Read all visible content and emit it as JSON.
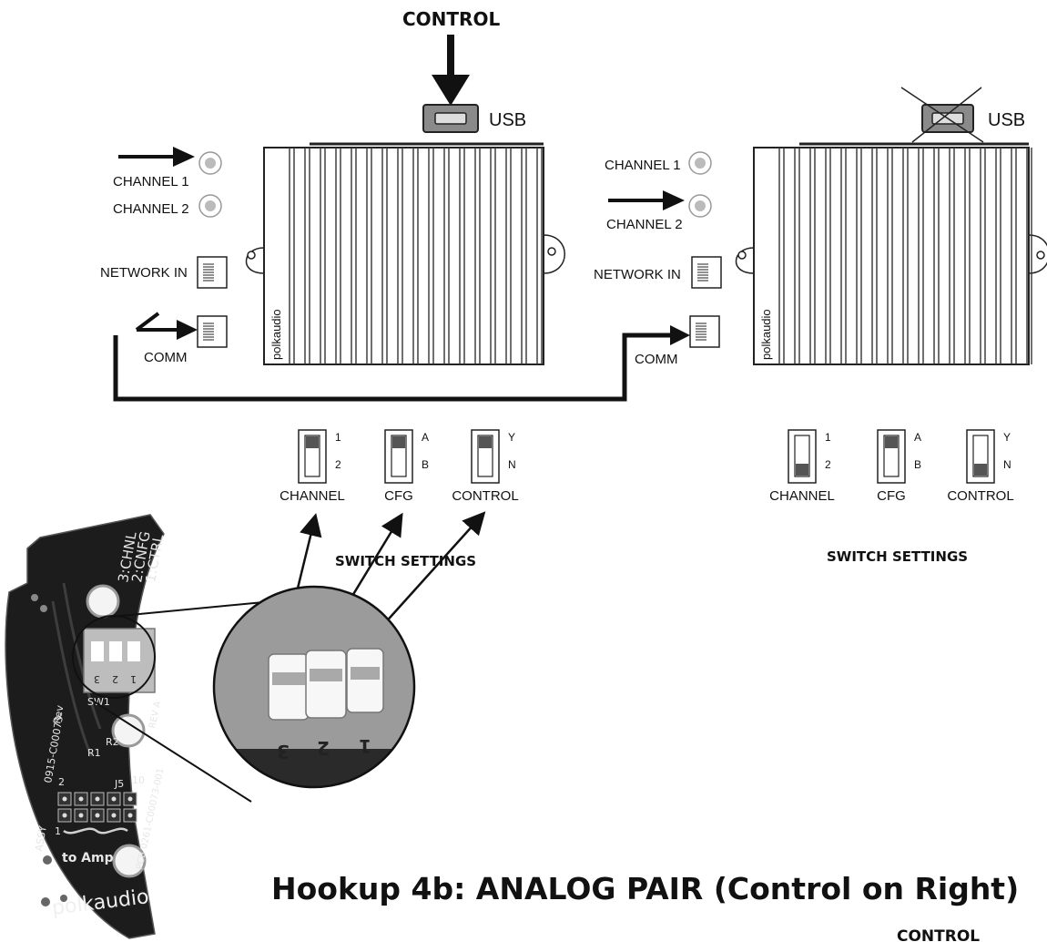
{
  "diagram": {
    "title": "Hookup 4b: ANALOG PAIR  (Control on Right)",
    "top_control_label": "CONTROL",
    "bottom_cut_label": "CONTROL",
    "amp_left": {
      "usb_label": "USB",
      "brand": "polkaudio",
      "port_labels": {
        "channel1": "CHANNEL 1",
        "channel2": "CHANNEL 2",
        "network_in": "NETWORK IN",
        "comm": "COMM"
      },
      "switches": [
        {
          "name": "CHANNEL",
          "top": "1",
          "bottom": "2",
          "position": "top"
        },
        {
          "name": "CFG",
          "top": "A",
          "bottom": "B",
          "position": "top"
        },
        {
          "name": "CONTROL",
          "top": "Y",
          "bottom": "N",
          "position": "top"
        }
      ],
      "switch_settings_label": "SWITCH SETTINGS"
    },
    "amp_right": {
      "usb_label": "USB",
      "usb_crossed_out": true,
      "brand": "polkaudio",
      "port_labels": {
        "channel1": "CHANNEL 1",
        "channel2": "CHANNEL 2",
        "network_in": "NETWORK IN",
        "comm": "COMM"
      },
      "switches": [
        {
          "name": "CHANNEL",
          "top": "1",
          "bottom": "2",
          "position": "bottom"
        },
        {
          "name": "CFG",
          "top": "A",
          "bottom": "B",
          "position": "top"
        },
        {
          "name": "CONTROL",
          "top": "Y",
          "bottom": "N",
          "position": "bottom"
        }
      ],
      "switch_settings_label": "SWITCH SETTINGS"
    },
    "pcb": {
      "silk_switch_legend": [
        "3:CHNL",
        "2:CNFG",
        "1:CTRL"
      ],
      "silk_labels": [
        "SW1",
        "Rev",
        "0915-C00073-",
        "R1",
        "R2",
        "J5",
        "10",
        "2",
        "1",
        "ASSY",
        "PCB 0261-C00073-001",
        "REV A",
        "to Amp"
      ],
      "brand": "polkaudio",
      "switch_digits": [
        "3",
        "2",
        "1"
      ],
      "closeup_digits": [
        "3",
        "2",
        "1"
      ]
    }
  }
}
